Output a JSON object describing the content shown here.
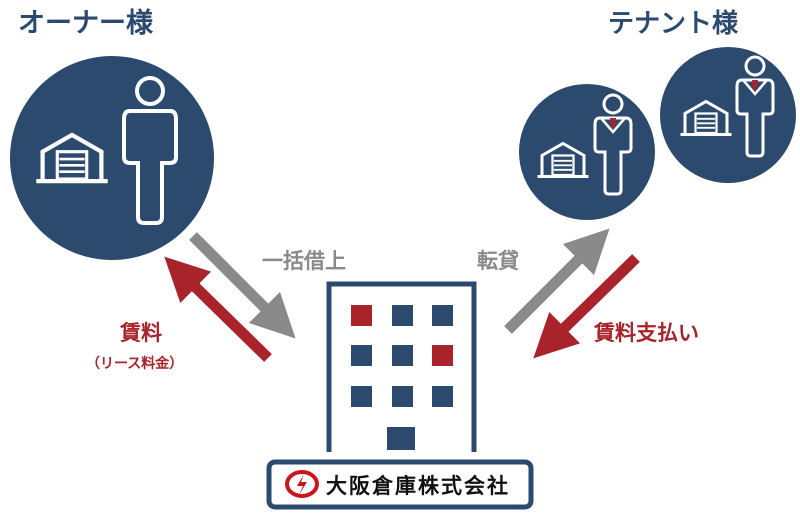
{
  "owner": {
    "label": "オーナー様"
  },
  "tenant": {
    "label": "テナント様"
  },
  "flows": {
    "master_lease": "一括借上",
    "sublease": "転貸",
    "rent": "賃料",
    "rent_note": "（リース料金）",
    "rent_payment": "賃料支払い"
  },
  "company": {
    "name": "大阪倉庫株式会社"
  },
  "colors": {
    "navy": "#2b4a6e",
    "red": "#a8232a",
    "gray": "#8a8a8a"
  }
}
